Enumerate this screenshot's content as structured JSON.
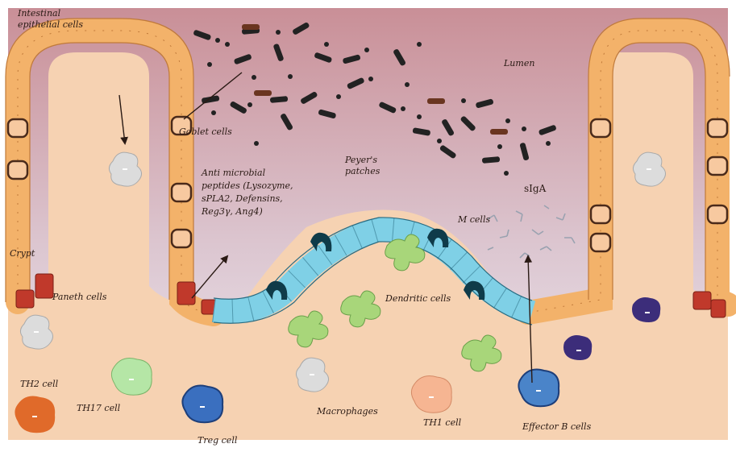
{
  "labels": {
    "intestinal_epithelial_cells_line1": "Intestinal",
    "intestinal_epithelial_cells_line2": "epithelial cells",
    "lumen": "Lumen",
    "goblet_cells": "Goblet cells",
    "antimicrobial_line1": "Anti microbial",
    "antimicrobial_line2": "peptides (Lysozyme,",
    "antimicrobial_line3": "sPLA2, Defensins,",
    "antimicrobial_line4": "Reg3γ, Ang4)",
    "peyers_line1": "Peyer's",
    "peyers_line2": "patches",
    "siga": "sIgA",
    "m_cells": "M cells",
    "crypt": "Crypt",
    "paneth_cells": "Paneth cells",
    "dendritic_cells": "Dendritic cells",
    "th2_cell": "TH2 cell",
    "th17_cell": "TH17 cell",
    "treg_cell": "Treg cell",
    "macrophages": "Macrophages",
    "th1_cell": "TH1 cell",
    "effector_b_cells": "Effector B cells"
  },
  "colors": {
    "lumen_top": "#c98f97",
    "lumen_bottom": "#ece8f0",
    "lamina_propria": "#f6d2b2",
    "epithelium": "#f3b26a",
    "epithelium_outline": "#c07a3a",
    "goblet_outline": "#4a2a1a",
    "paneth": "#c0392b",
    "peyers_patch": "#7fd0e6",
    "m_cell": "#0f3b49",
    "bacteria_dark": "#222222",
    "bacteria_brown": "#6a3520",
    "dendritic": "#a8d67a",
    "macrophage": "#d8d8d8",
    "th2": "#e06a2a",
    "th17": "#b5e6a6",
    "treg": "#3a6fbf",
    "th1": "#f6b592",
    "effector_b": "#4a84c9",
    "plasma": "#3c2d7a"
  }
}
